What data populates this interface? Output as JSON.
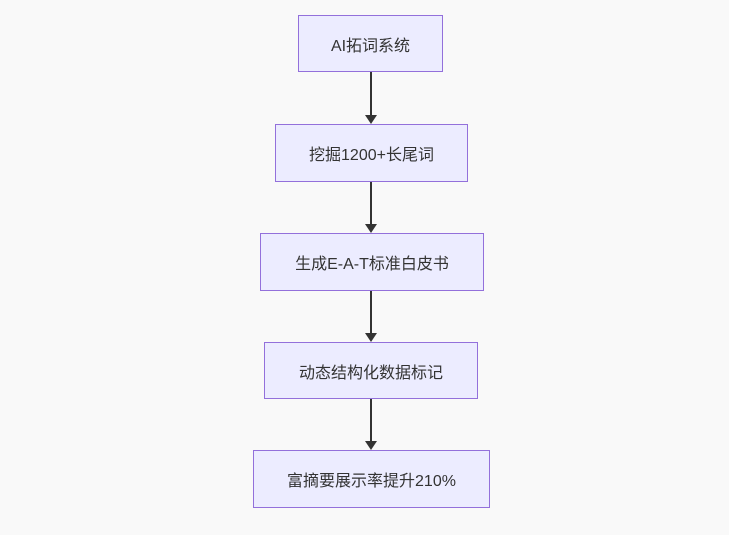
{
  "diagram": {
    "type": "flowchart",
    "direction": "top-down",
    "background_color": "#f9f9f9",
    "node_fill_color": "#ECECFF",
    "node_border_color": "#9370DB",
    "node_text_color": "#333333",
    "arrow_color": "#333333",
    "nodes": [
      {
        "id": "node-1",
        "label": "AI拓词系统"
      },
      {
        "id": "node-2",
        "label": "挖掘1200+长尾词"
      },
      {
        "id": "node-3",
        "label": "生成E-A-T标准白皮书"
      },
      {
        "id": "node-4",
        "label": "动态结构化数据标记"
      },
      {
        "id": "node-5",
        "label": "富摘要展示率提升210%"
      }
    ],
    "edges": [
      {
        "from": "node-1",
        "to": "node-2"
      },
      {
        "from": "node-2",
        "to": "node-3"
      },
      {
        "from": "node-3",
        "to": "node-4"
      },
      {
        "from": "node-4",
        "to": "node-5"
      }
    ]
  }
}
